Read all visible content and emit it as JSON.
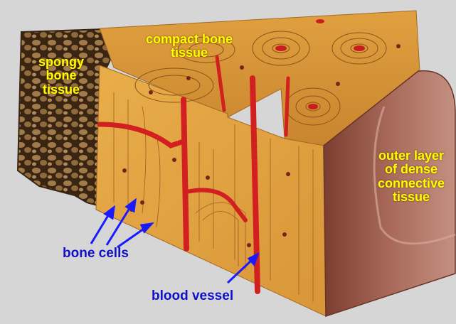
{
  "labels": {
    "spongy_bone": [
      "spongy",
      "bone",
      "tissue"
    ],
    "compact_bone": [
      "compact bone",
      "tissue"
    ],
    "outer_layer": [
      "outer layer",
      "of dense",
      "connective",
      "tissue"
    ],
    "bone_cells": "bone cells",
    "blood_vessel": "blood vessel"
  },
  "colors": {
    "background": "#d6d6d6",
    "bone_tissue": "#e3a23f",
    "bone_tissue_dark": "#c9842a",
    "outer_layer": "#9a5a48",
    "spongy_bone": "#6b4a2a",
    "blood_vessel": "#d21f1f",
    "label_yellow": "#ffff00",
    "label_blue": "#1010c8",
    "arrow_blue": "#1a1aff"
  }
}
